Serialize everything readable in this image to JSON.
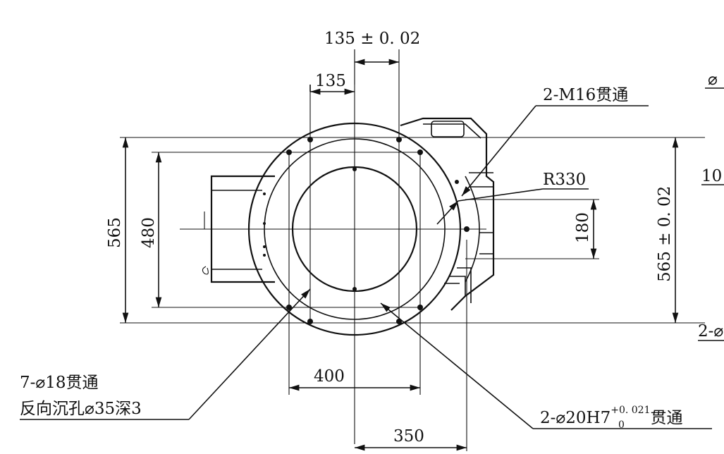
{
  "dimensions": {
    "top_pitch": "135 ± 0. 02",
    "top_half": "135",
    "left_outer": "565",
    "left_inner": "480",
    "right_tol": "565 ± 0. 02",
    "right_small": "180",
    "bottom_400": "400",
    "bottom_350": "350"
  },
  "callouts": {
    "m16": "2-M16贯通",
    "r330": "R330",
    "hole18_line1": "7-⌀18贯通",
    "hole18_line2": "反向沉孔⌀35深3",
    "h7_prefix": "2-⌀20H7",
    "h7_sup": "+0. 021",
    "h7_sub": "0",
    "h7_suffix": "贯通"
  },
  "edge_labels": {
    "e1": "⌀",
    "e2": "10",
    "e3": "2-⌀"
  }
}
